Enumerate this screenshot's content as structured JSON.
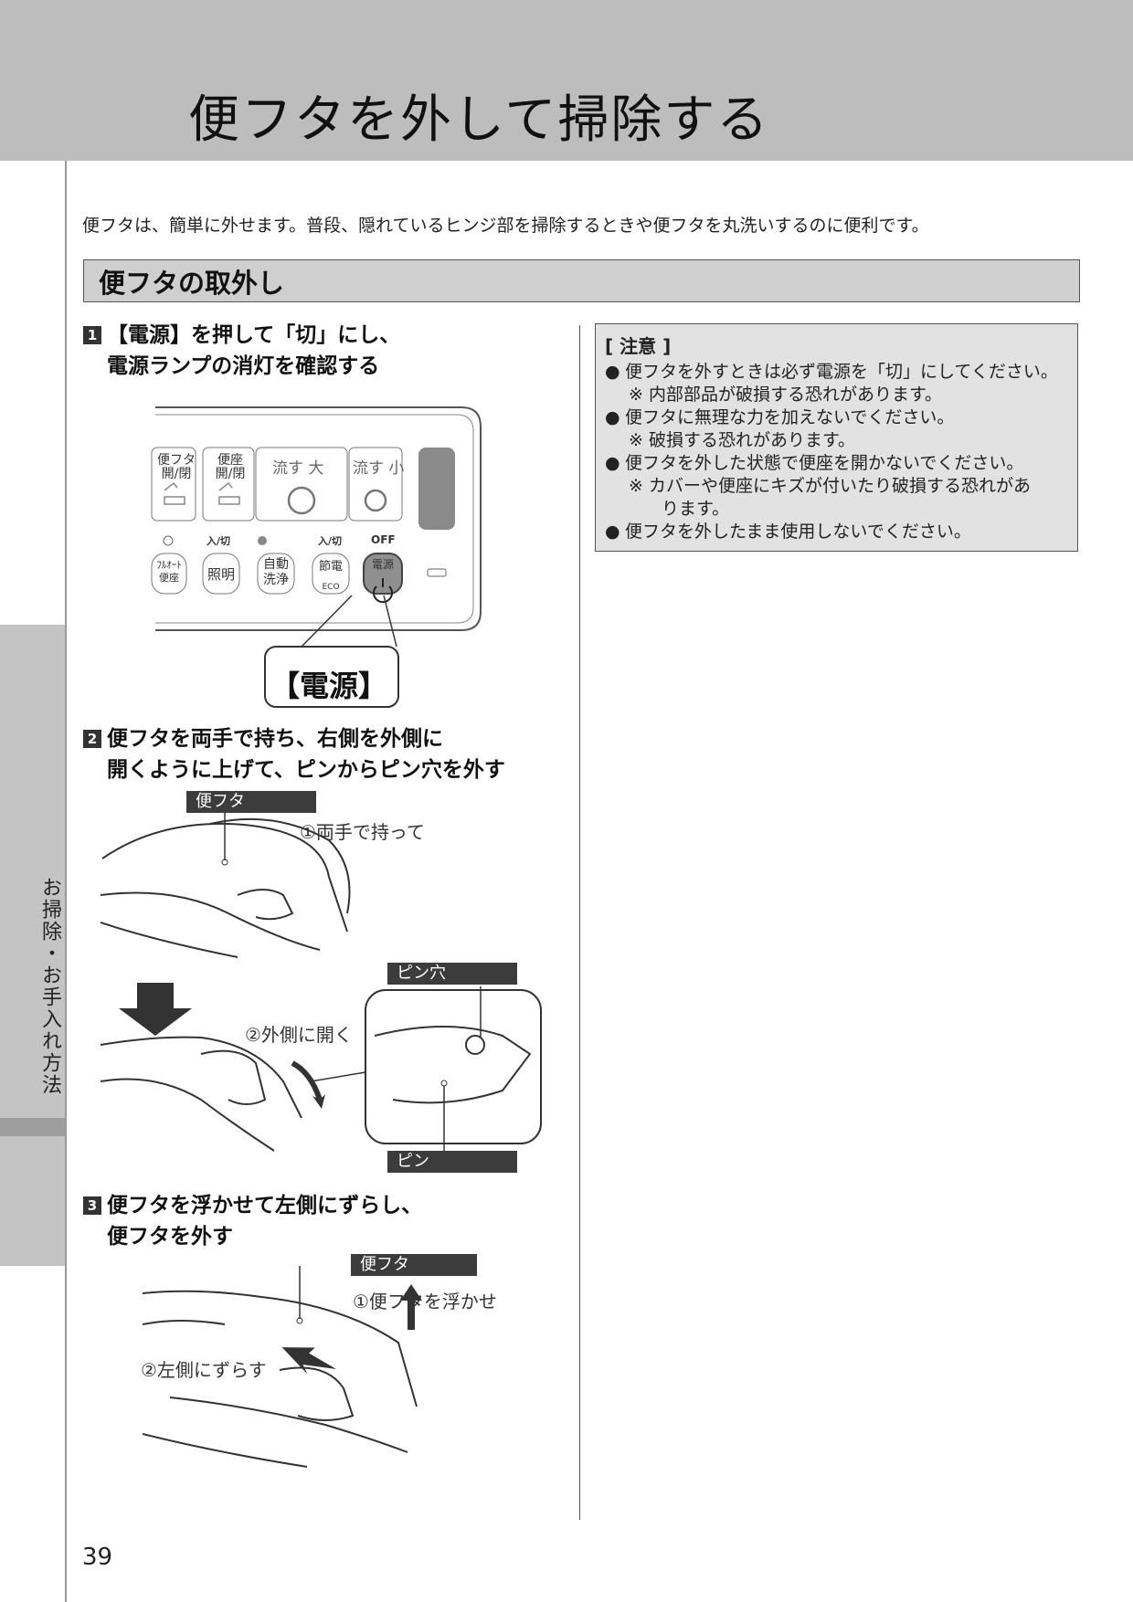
{
  "page": {
    "title": "便フタを外して掃除する",
    "side_tab": "お掃除・お手入れ方法",
    "intro": "便フタは、簡単に外せます。普段、隠れているヒンジ部を掃除するときや便フタを丸洗いするのに便利です。",
    "section_title": "便フタの取外し",
    "page_number": "39"
  },
  "steps": [
    {
      "num": "1",
      "line1": "【電源】を押して「切」にし、",
      "line2": "電源ランプの消灯を確認する"
    },
    {
      "num": "2",
      "line1": "便フタを両手で持ち、右側を外側に",
      "line2": "開くように上げて、ピンからピン穴を外す"
    },
    {
      "num": "3",
      "line1": "便フタを浮かせて左側にずらし、",
      "line2": "便フタを外す"
    }
  ],
  "panel": {
    "btn_lid": "便フタ",
    "btn_lid_sub": "開/閉",
    "btn_seat": "便座",
    "btn_seat_sub": "開/閉",
    "btn_flush_big": "流す 大",
    "btn_flush_small": "流す 小",
    "lbl_onoff1": "入/切",
    "lbl_onoff2": "入/切",
    "lbl_off": "OFF",
    "btn_full_auto_1": "ﾌﾙｵｰﾄ",
    "btn_full_auto_2": "便座",
    "btn_light": "照明",
    "btn_auto_wash_1": "自動",
    "btn_auto_wash_2": "洗浄",
    "btn_eco_1": "節電",
    "btn_eco_2": "ECO",
    "btn_power": "電源",
    "callout": "【電源】"
  },
  "figures": {
    "lid_label_1": "便フタ",
    "ann_both_hands": "①両手で持って",
    "pin_hole_label": "ピン穴",
    "ann_open_outward": "②外側に開く",
    "pin_label": "ピン",
    "lid_label_2": "便フタ",
    "ann_lift": "①便フタを浮かせ",
    "ann_slide_left": "②左側にずらす"
  },
  "caution": {
    "heading": "[ 注意 ]",
    "b1": "便フタを外すときは必ず電源を「切」にしてください。",
    "n1": "※ 内部部品が破損する恐れがあります。",
    "b2": "便フタに無理な力を加えないでください。",
    "n2": "※ 破損する恐れがあります。",
    "b3": "便フタを外した状態で便座を開かないでください。",
    "n3a": "※ カバーや便座にキズが付いたり破損する恐れがあ",
    "n3b": "ります。",
    "b4": "便フタを外したまま使用しないでください。"
  }
}
